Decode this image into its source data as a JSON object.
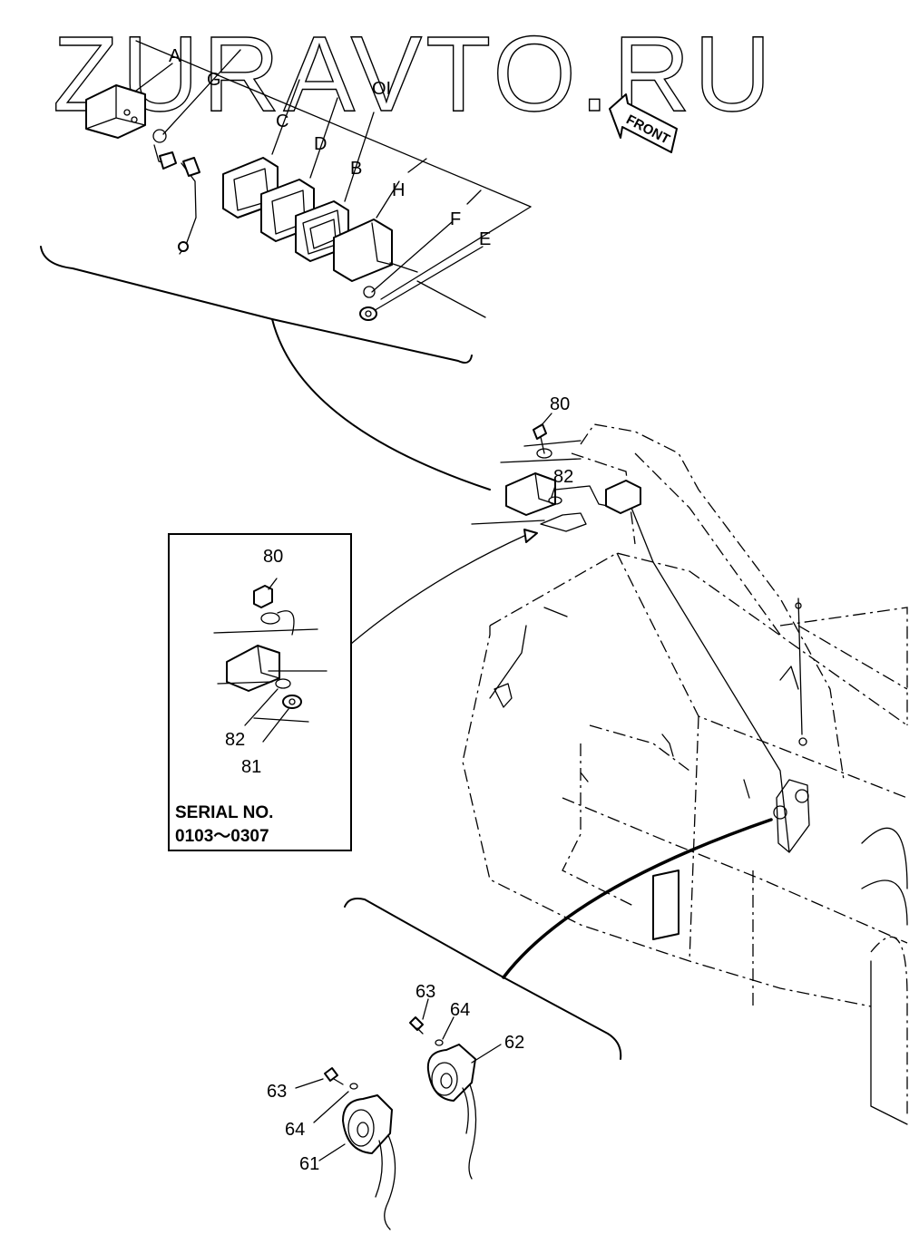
{
  "watermark": "ZURAVTO.RU",
  "direction_label": "FRONT",
  "detail_labels": {
    "A": "A",
    "G": "G",
    "O1": "OI",
    "C": "C",
    "D": "D",
    "B": "B",
    "H": "H",
    "F": "F",
    "E": "E"
  },
  "part_labels": {
    "p80_main": "80",
    "p82_main": "82",
    "p80_inset": "80",
    "p82_inset": "82",
    "p81_inset": "81",
    "p63_right": "63",
    "p64_right": "64",
    "p62": "62",
    "p63_left": "63",
    "p64_left": "64",
    "p61": "61"
  },
  "serial_box": {
    "title": "SERIAL NO.",
    "range": "0103～0307"
  }
}
